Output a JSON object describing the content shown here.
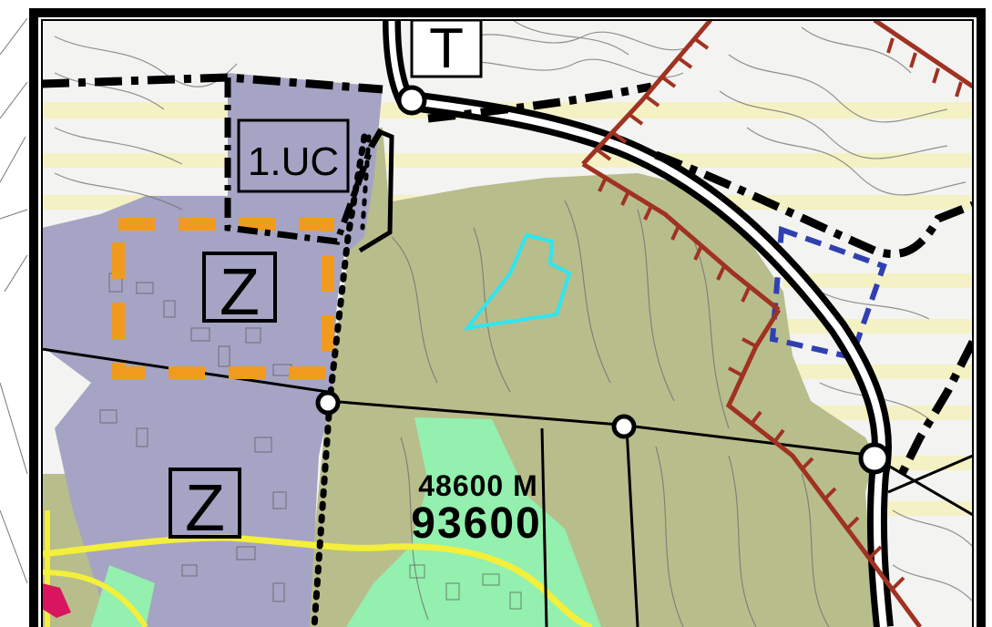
{
  "map": {
    "labels": {
      "zone_top": "T",
      "zone_uc": "1.UC",
      "zone_z_upper": "Z",
      "zone_z_lower": "Z",
      "area_small": "48600 M",
      "area_large": "93600"
    },
    "colors": {
      "residential_violet": "#a6a4c4",
      "agricultural_olive": "#b8bd8c",
      "green_area": "#93f0ae",
      "beige_strip": "#f4f2c4",
      "orange_boundary": "#f09a1e",
      "brown_boundary": "#a03222",
      "blue_boundary": "#3040b0",
      "cyan_parcel": "#2ee6f0",
      "yellow_road": "#f3ef3a",
      "magenta_spot": "#d8155e",
      "line_black": "#000000",
      "contour_grey": "#6f6f6f"
    }
  }
}
